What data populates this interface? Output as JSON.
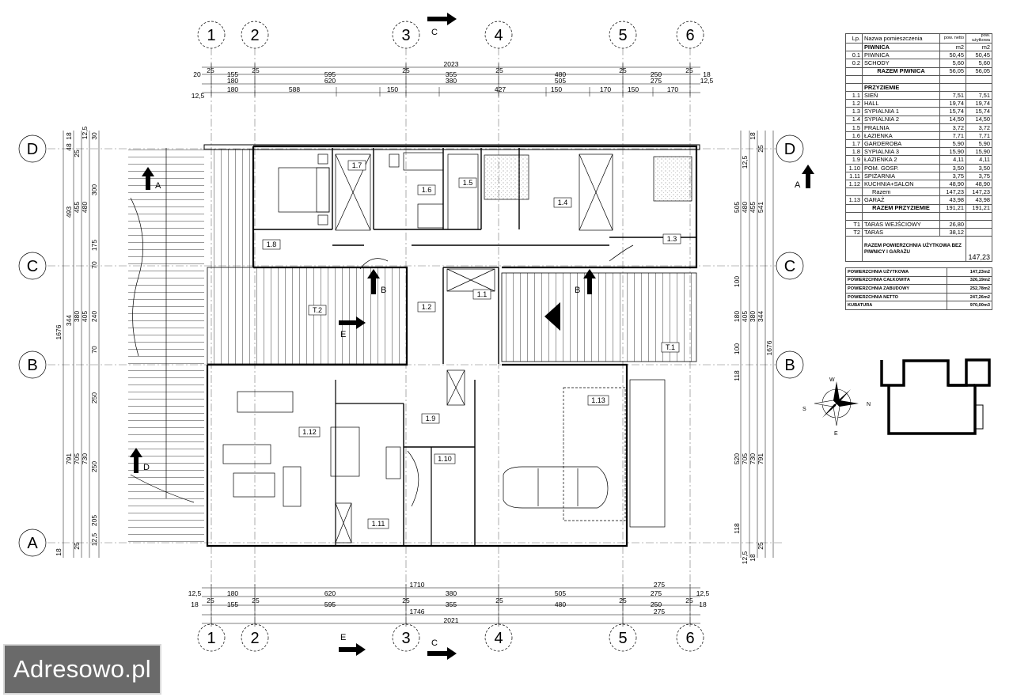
{
  "plan": {
    "axes_numbers": [
      "1",
      "2",
      "3",
      "4",
      "5",
      "6"
    ],
    "axes_letters": [
      "D",
      "C",
      "B",
      "A"
    ],
    "section_markers": {
      "a": "A",
      "b": "B",
      "c": "C",
      "d": "D",
      "e": "E"
    },
    "top_dims": {
      "total": "2023",
      "row1": [
        "20",
        "25",
        "155",
        "25",
        "595",
        "25",
        "355",
        "25",
        "480",
        "25",
        "250",
        "25",
        "18"
      ],
      "row2": [
        "180",
        "620",
        "380",
        "505",
        "275",
        "12,5"
      ],
      "row3": [
        "12,5",
        "180",
        "588",
        "150",
        "427",
        "150",
        "170",
        "150",
        "170"
      ]
    },
    "bottom_dims": {
      "row1": [
        "1710",
        "275"
      ],
      "row2": [
        "12,5",
        "180",
        "620",
        "380",
        "505",
        "275",
        "12,5"
      ],
      "row3": [
        "18",
        "25",
        "155",
        "25",
        "595",
        "25",
        "355",
        "25",
        "480",
        "25",
        "250",
        "25",
        "18"
      ],
      "row4": [
        "1746",
        "275"
      ],
      "total": "2021"
    },
    "left_dims": {
      "total": "1676",
      "col_a": [
        "18",
        "12,5",
        "30",
        "493",
        "344",
        "791",
        "25",
        "18"
      ],
      "col_b": [
        "48",
        "25",
        "300",
        "175",
        "70",
        "240",
        "70",
        "250",
        "250",
        "205",
        "12,5"
      ],
      "col_c": [
        "455",
        "380",
        "705"
      ],
      "col_d": [
        "480",
        "405",
        "730"
      ]
    },
    "right_dims": {
      "total": "1676",
      "col_a": [
        "18",
        "12,5",
        "505",
        "100",
        "180",
        "100",
        "118",
        "520",
        "118",
        "12,5",
        "18"
      ],
      "col_b": [
        "25",
        "480",
        "405",
        "705"
      ],
      "col_c": [
        "455",
        "380",
        "730"
      ],
      "col_d": [
        "541",
        "344",
        "791",
        "25"
      ]
    },
    "rooms": [
      "1.7",
      "1.6",
      "1.5",
      "1.4",
      "1.3",
      "1.8",
      "1.1",
      "1.2",
      "T.2",
      "T.1",
      "1.12",
      "1.9",
      "1.13",
      "1.10",
      "1.11"
    ],
    "compass": {
      "n": "N",
      "s": "S",
      "e": "E",
      "w": "W"
    }
  },
  "table": {
    "header": {
      "lp": "Lp.",
      "name": "Nazwa pomieszczenia",
      "netto": "pow. netto",
      "uzyt": "pow. użytkowa"
    },
    "sections": [
      {
        "title": "PIWNICA",
        "unit1": "m2",
        "unit2": "m2",
        "rows": [
          {
            "lp": "0.1",
            "name": "PIWNICA",
            "netto": "50,45",
            "uzyt": "50,45"
          },
          {
            "lp": "0.2",
            "name": "SCHODY",
            "netto": "5,60",
            "uzyt": "5,60"
          }
        ],
        "total": {
          "name": "RAZEM PIWNICA",
          "netto": "56,05",
          "uzyt": "56,05"
        }
      }
    ],
    "ground_title": "PRZYZIEMIE",
    "ground_rows": [
      {
        "lp": "1.1",
        "name": "SIEŃ",
        "netto": "7,51",
        "uzyt": "7,51"
      },
      {
        "lp": "1.2",
        "name": "HALL",
        "netto": "19,74",
        "uzyt": "19,74"
      },
      {
        "lp": "1.3",
        "name": "SYPIALNIA 1",
        "netto": "15,74",
        "uzyt": "15,74"
      },
      {
        "lp": "1.4",
        "name": "SYPIALNIA 2",
        "netto": "14,50",
        "uzyt": "14,50"
      },
      {
        "lp": "1.5",
        "name": "PRALNIA",
        "netto": "3,72",
        "uzyt": "3,72"
      },
      {
        "lp": "1.6",
        "name": "ŁAZIENKA",
        "netto": "7,71",
        "uzyt": "7,71"
      },
      {
        "lp": "1.7",
        "name": "GARDEROBA",
        "netto": "5,90",
        "uzyt": "5,90"
      },
      {
        "lp": "1.8",
        "name": "SYPIALNIA 3",
        "netto": "15,90",
        "uzyt": "15,90"
      },
      {
        "lp": "1.9",
        "name": "ŁAZIENKA 2",
        "netto": "4,11",
        "uzyt": "4,11"
      },
      {
        "lp": "1.10",
        "name": "POM. GOSP.",
        "netto": "3,50",
        "uzyt": "3,50"
      },
      {
        "lp": "1.11",
        "name": "SPIŻARNIA",
        "netto": "3,75",
        "uzyt": "3,75"
      },
      {
        "lp": "1.12",
        "name": "KUCHNIA+SALON",
        "netto": "48,90",
        "uzyt": "48,90"
      }
    ],
    "razem": {
      "name": "Razem",
      "netto": "147,23",
      "uzyt": "147,23"
    },
    "garage": {
      "lp": "1.13",
      "name": "GARAŻ",
      "netto": "43,98",
      "uzyt": "43,98"
    },
    "ground_total": {
      "name": "RAZEM PRZYZIEMIE",
      "netto": "191,21",
      "uzyt": "191,21"
    },
    "terraces": [
      {
        "lp": "T1",
        "name": "TARAS WEJŚCIOWY",
        "netto": "26,80"
      },
      {
        "lp": "T2",
        "name": "TARAS",
        "netto": "38,12"
      }
    ],
    "usable": {
      "name": "RAZEM POWIERZCHNIA UŻYTKOWA BEZ PIWNICY I GARAŻU",
      "value": "147,23"
    },
    "summary": [
      {
        "label": "POWIERZCHNIA UŻYTKOWA",
        "value": "147,23m2"
      },
      {
        "label": "POWIERZCHNIA CAŁKOWITA",
        "value": "326,19m2"
      },
      {
        "label": "POWIERZCHNIA ZABUDOWY",
        "value": "252,78m2"
      },
      {
        "label": "POWIERZCHNIA NETTO",
        "value": "247,26m2"
      },
      {
        "label": "KUBATURA",
        "value": "970,00m3"
      }
    ]
  },
  "watermark": "Adresowo.pl",
  "colors": {
    "line": "#000000",
    "hatch": "#555555",
    "grid": "#777777",
    "logo_bg": "#6a6a6a"
  }
}
